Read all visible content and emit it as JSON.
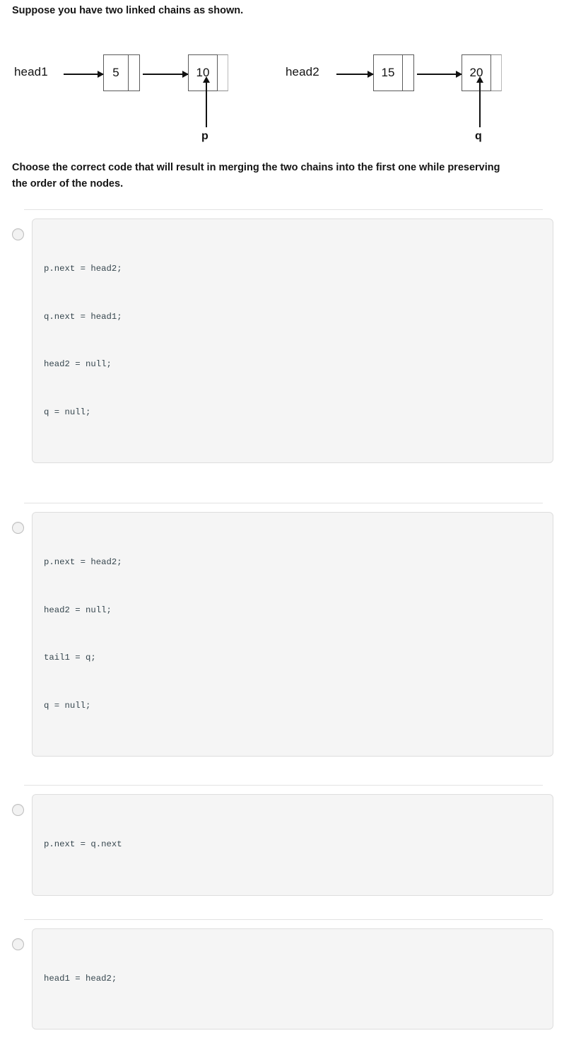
{
  "question": {
    "stem_top": "Suppose you have two linked chains as shown.",
    "stem_bottom": "Choose the correct code that will result in merging the two chains into the first one while preserving the order of the nodes."
  },
  "diagram": {
    "chains": [
      {
        "head_label": "head1",
        "nodes": [
          {
            "value": "5"
          },
          {
            "value": "10"
          }
        ],
        "pointer": {
          "label": "p",
          "points_to_value": "10"
        }
      },
      {
        "head_label": "head2",
        "nodes": [
          {
            "value": "15"
          },
          {
            "value": "20"
          }
        ],
        "pointer": {
          "label": "q",
          "points_to_value": "20"
        }
      }
    ]
  },
  "options": [
    {
      "selected": false,
      "code_lines": [
        "p.next = head2;",
        "q.next = head1;",
        "head2 = null;",
        "q = null;"
      ]
    },
    {
      "selected": false,
      "code_lines": [
        "p.next = head2;",
        "head2 = null;",
        "tail1 = q;",
        "q = null;"
      ]
    },
    {
      "selected": false,
      "code_lines": [
        "p.next = q.next"
      ]
    },
    {
      "selected": false,
      "code_lines": [
        "head1 = head2;"
      ]
    }
  ],
  "colors": {
    "code_background": "#f5f5f5",
    "code_border": "#dedede",
    "code_text": "#37474f",
    "divider": "#e3e3e3",
    "diagram_stroke": "#111111",
    "node_border": "#5a5a5a"
  }
}
